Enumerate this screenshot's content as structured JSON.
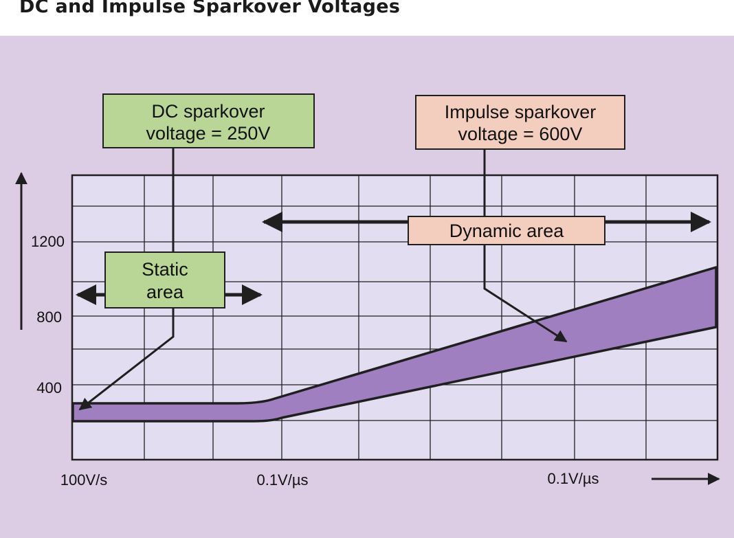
{
  "title": "DC and Impulse Sparkover Voltages",
  "colors": {
    "panel_bg": "#dccde5",
    "plot_bg": "#e2ddf0",
    "band_fill": "#a07fc0",
    "green_box": "#b9d696",
    "pink_box": "#f3cdbe",
    "line": "#1f1f1f"
  },
  "boxes": {
    "dc_line1": "DC sparkover",
    "dc_line2": "voltage = 250V",
    "impulse_line1": "Impulse sparkover",
    "impulse_line2": "voltage = 600V",
    "static_line1": "Static",
    "static_line2": "area",
    "dynamic": "Dynamic area"
  },
  "y_ticks": [
    "1200",
    "800",
    "400"
  ],
  "x_ticks": [
    "100V/s",
    "0.1V/µs",
    "0.1V/µs"
  ]
}
